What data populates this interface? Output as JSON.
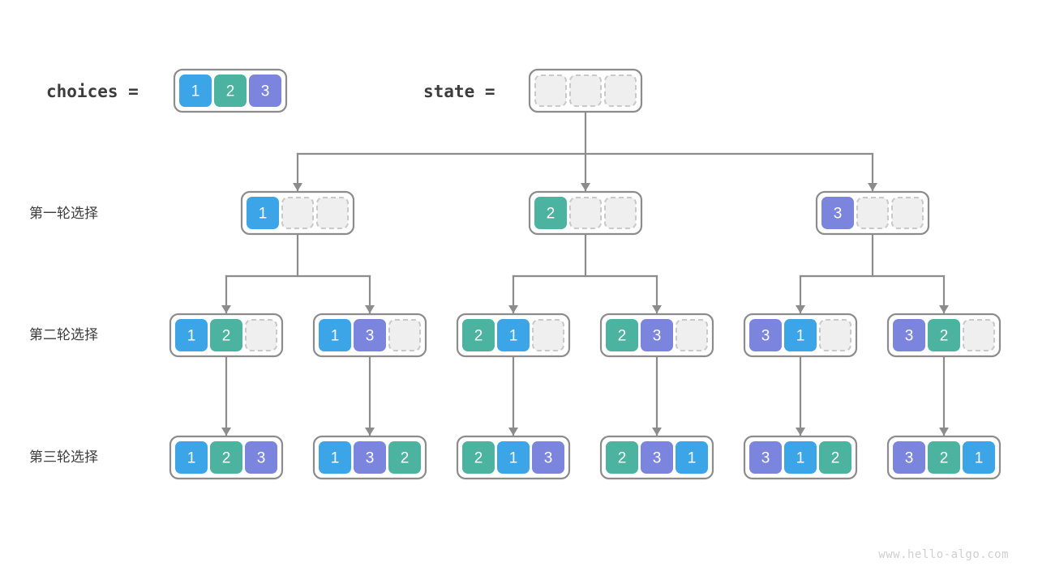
{
  "page": {
    "watermark": "www.hello-algo.com",
    "background": "#ffffff"
  },
  "palette": {
    "value_1": "#3BA5E8",
    "value_2": "#4BB3A0",
    "value_3": "#7B85DD",
    "empty_fill": "#efefef",
    "empty_border": "#c9c9c9",
    "frame_border": "#8c8c8c",
    "line": "#8c8c8c",
    "text_dark": "#3c3c3c",
    "watermark_color": "#cfcfcf"
  },
  "header": {
    "choices_label": "choices =",
    "choices_values": [
      "1",
      "2",
      "3"
    ],
    "state_label": "state =",
    "state_values": [
      null,
      null,
      null
    ]
  },
  "row_labels": [
    "第一轮选择",
    "第二轮选择",
    "第三轮选择"
  ],
  "rows": [
    {
      "label": "第一轮选择",
      "nodes": [
        {
          "cells": [
            "1",
            null,
            null
          ]
        },
        {
          "cells": [
            "2",
            null,
            null
          ]
        },
        {
          "cells": [
            "3",
            null,
            null
          ]
        }
      ]
    },
    {
      "label": "第二轮选择",
      "nodes": [
        {
          "cells": [
            "1",
            "2",
            null
          ]
        },
        {
          "cells": [
            "1",
            "3",
            null
          ]
        },
        {
          "cells": [
            "2",
            "1",
            null
          ]
        },
        {
          "cells": [
            "2",
            "3",
            null
          ]
        },
        {
          "cells": [
            "3",
            "1",
            null
          ]
        },
        {
          "cells": [
            "3",
            "2",
            null
          ]
        }
      ]
    },
    {
      "label": "第三轮选择",
      "nodes": [
        {
          "cells": [
            "1",
            "2",
            "3"
          ]
        },
        {
          "cells": [
            "1",
            "3",
            "2"
          ]
        },
        {
          "cells": [
            "2",
            "1",
            "3"
          ]
        },
        {
          "cells": [
            "2",
            "3",
            "1"
          ]
        },
        {
          "cells": [
            "3",
            "1",
            "2"
          ]
        },
        {
          "cells": [
            "3",
            "2",
            "1"
          ]
        }
      ]
    }
  ]
}
